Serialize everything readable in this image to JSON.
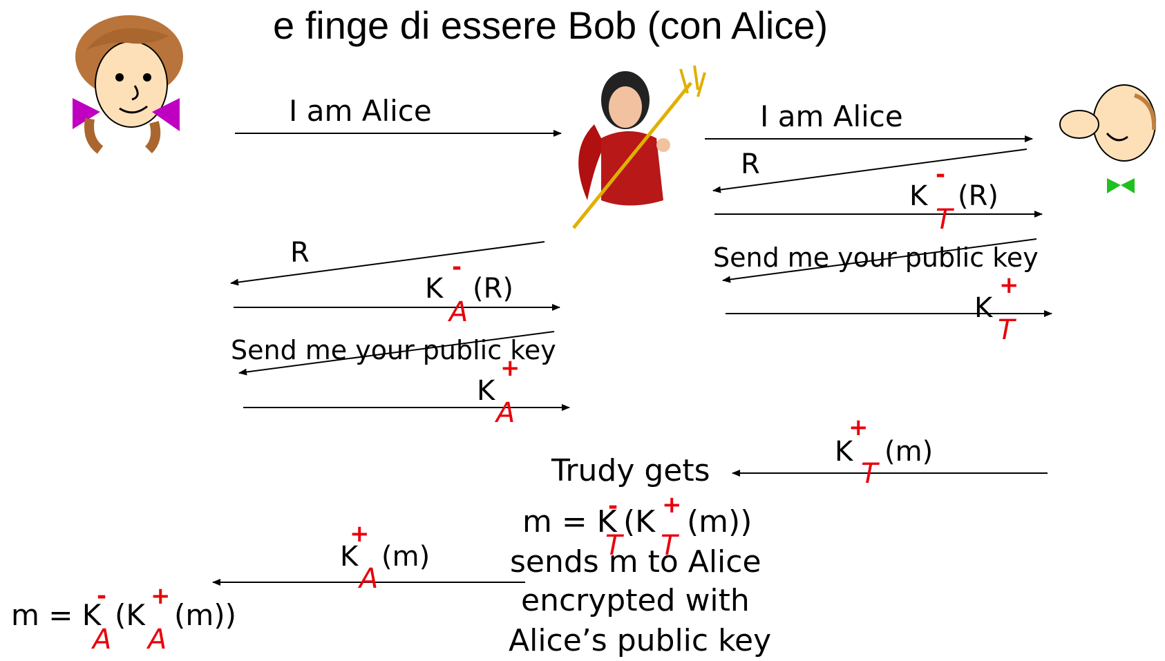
{
  "title": "e finge di essere Bob (con Alice)",
  "colors": {
    "key_marks": "#e8000b",
    "lines": "#000000"
  },
  "characters": {
    "alice": "alice-cartoon",
    "trudy": "trudy-devil-cartoon",
    "bob": "bob-cartoon"
  },
  "left_exchange": {
    "i_am_alice": "I am Alice",
    "r": "R",
    "k": "K",
    "minus": "-",
    "a": "A",
    "r_paren": "(R)",
    "send_me": "Send me your public key",
    "k2": "K",
    "plus": "+",
    "a2": "A"
  },
  "right_exchange": {
    "i_am_alice": "I am Alice",
    "r": "R",
    "k": "K",
    "minus": "-",
    "t": "T",
    "r_paren": "(R)",
    "send_me": "Send me your public key",
    "k2": "K",
    "plus": "+",
    "t2": "T"
  },
  "bottom": {
    "kt_m_k": "K",
    "kt_m_plus": "+",
    "kt_m_t": "T",
    "kt_m_m": "(m)",
    "trudy_gets": "Trudy gets",
    "eq1_m": "m = K",
    "eq1_minus": "-",
    "eq1_t": "T",
    "eq1_mid": "(K",
    "eq1_plus": "+",
    "eq1_t2": "T",
    "eq1_end": "(m))",
    "sends_line1": "sends m to Alice",
    "sends_line2": "encrypted with",
    "sends_line3": "Alice’s public key",
    "ka_m_k": "K",
    "ka_m_plus": "+",
    "ka_m_a": "A",
    "ka_m_m": "(m)",
    "eq2_m": "m = K",
    "eq2_minus": "-",
    "eq2_a": "A",
    "eq2_mid": "(K",
    "eq2_plus": "+",
    "eq2_a2": "A",
    "eq2_end": "(m))"
  }
}
